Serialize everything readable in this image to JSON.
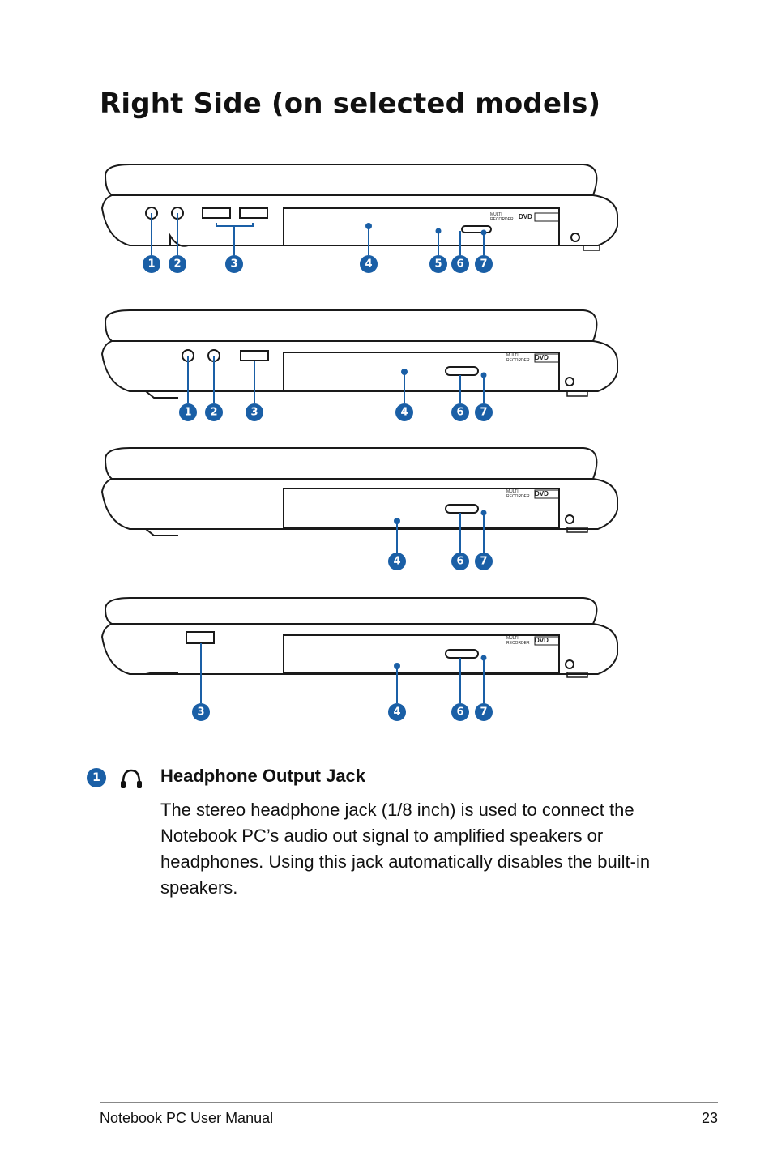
{
  "page": {
    "title": "Right Side (on selected models)"
  },
  "diagrams": [
    {
      "callouts": [
        "1",
        "2",
        "3",
        "4",
        "5",
        "6",
        "7"
      ],
      "drive_label_top": "MULTI",
      "drive_label_bottom": "RECORDER",
      "drive_logo": "DVD"
    },
    {
      "callouts": [
        "1",
        "2",
        "3",
        "4",
        "6",
        "7"
      ],
      "drive_label_top": "MULTI",
      "drive_label_bottom": "RECORDER",
      "drive_logo": "DVD"
    },
    {
      "callouts": [
        "4",
        "6",
        "7"
      ],
      "drive_label_top": "MULTI",
      "drive_label_bottom": "RECORDER",
      "drive_logo": "DVD"
    },
    {
      "callouts": [
        "3",
        "4",
        "6",
        "7"
      ],
      "drive_label_top": "MULTI",
      "drive_label_bottom": "RECORDER",
      "drive_logo": "DVD"
    }
  ],
  "item": {
    "number": "1",
    "icon": "headphone-icon",
    "heading": "Headphone Output Jack",
    "description": "The stereo headphone jack (1/8 inch) is used to connect the Notebook PC’s audio out signal to amplified speakers or headphones. Using this jack automatically disables the built-in speakers."
  },
  "footer": {
    "manual_title": "Notebook PC User Manual",
    "page_number": "23"
  },
  "colors": {
    "callout": "#1a5fa6",
    "line": "#1a1a1a"
  }
}
